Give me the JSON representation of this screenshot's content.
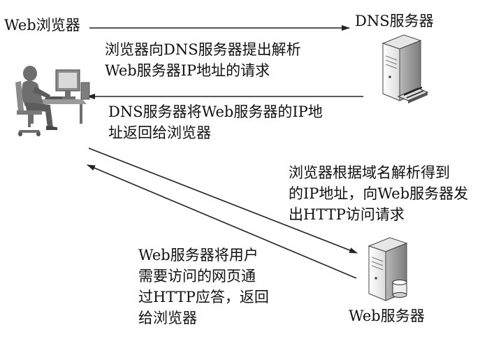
{
  "nodes": {
    "browser": {
      "label": "Web浏览器"
    },
    "dns_server": {
      "label": "DNS服务器"
    },
    "web_server": {
      "label": "Web服务器"
    }
  },
  "steps": [
    {
      "lines": [
        "浏览器向DNS服务器提出解析",
        "Web服务器IP地址的请求"
      ]
    },
    {
      "lines": [
        "DNS服务器将Web服务器的IP地",
        "址返回给浏览器"
      ]
    },
    {
      "lines": [
        "浏览器根据域名解析得到",
        "的IP地址，向Web服务器发",
        "出HTTP访问请求"
      ]
    },
    {
      "lines": [
        "Web服务器将用户",
        "需要访问的网页通",
        "过HTTP应答，返回",
        "给浏览器"
      ]
    }
  ],
  "icons": {
    "user": "person-at-computer-icon",
    "dns": "server-with-network-card-icon",
    "web": "server-with-database-icon"
  },
  "colors": {
    "text": "#111111",
    "arrow": "#222222",
    "server_light": "#f2f2f2",
    "server_shade": "#9a9a9a",
    "person": "#6e6e6e"
  }
}
